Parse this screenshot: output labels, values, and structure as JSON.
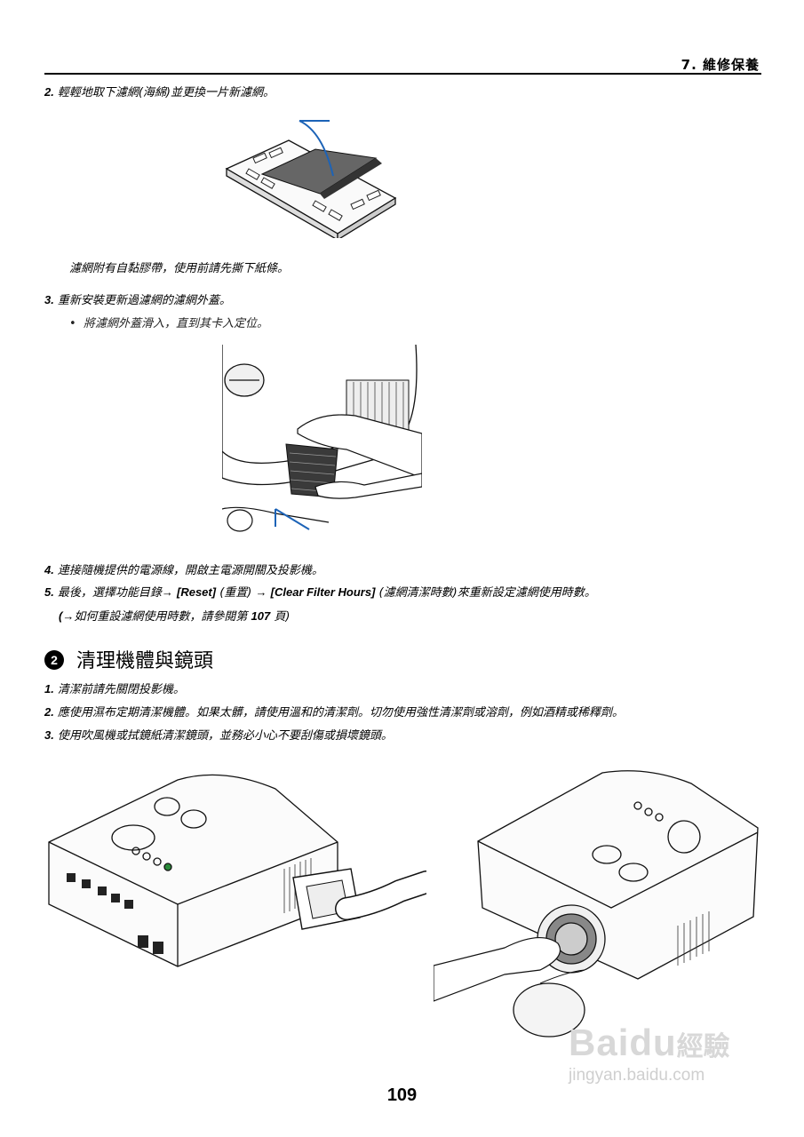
{
  "header": {
    "section": "7. 維修保養"
  },
  "steps_top": [
    {
      "num": "2.",
      "text": "輕輕地取下濾網(海綿)並更換一片新濾網。"
    },
    {
      "caption": "濾網附有自黏膠帶，使用前請先撕下紙條。"
    },
    {
      "num": "3.",
      "text": "重新安裝更新過濾網的濾網外蓋。"
    },
    {
      "bullet": "將濾網外蓋滑入，直到其卡入定位。"
    }
  ],
  "step4": {
    "num": "4.",
    "text": "連接隨機提供的電源線，開啟主電源開關及投影機。"
  },
  "step5": {
    "num": "5.",
    "pre": "最後，選擇功能目錄",
    "arrow1": "→",
    "reset": "[Reset]",
    "reset_cn": "(重置)",
    "arrow2": "→",
    "clear": "[Clear Filter Hours]",
    "clear_cn": "(濾網清潔時數)",
    "post": "來重新設定濾網使用時數。"
  },
  "step5_ref": {
    "open": "(",
    "arrow": "→",
    "text": "如何重設濾網使用時數，請參閱第",
    "page": "107",
    "close": "頁)"
  },
  "section2": {
    "marker": "2",
    "title": "清理機體與鏡頭"
  },
  "clean_steps": [
    {
      "num": "1.",
      "text": "清潔前請先關閉投影機。"
    },
    {
      "num": "2.",
      "text": "應使用濕布定期清潔機體。如果太髒，請使用溫和的清潔劑。切勿使用強性清潔劑或溶劑，例如酒精或稀釋劑。"
    },
    {
      "num": "3.",
      "text": "使用吹風機或拭鏡紙清潔鏡頭，並務必小心不要刮傷或損壞鏡頭。"
    }
  ],
  "page_number": "109",
  "watermark": {
    "logo": "Baidu",
    "cn": "經驗",
    "url": "jingyan.baidu.com"
  }
}
